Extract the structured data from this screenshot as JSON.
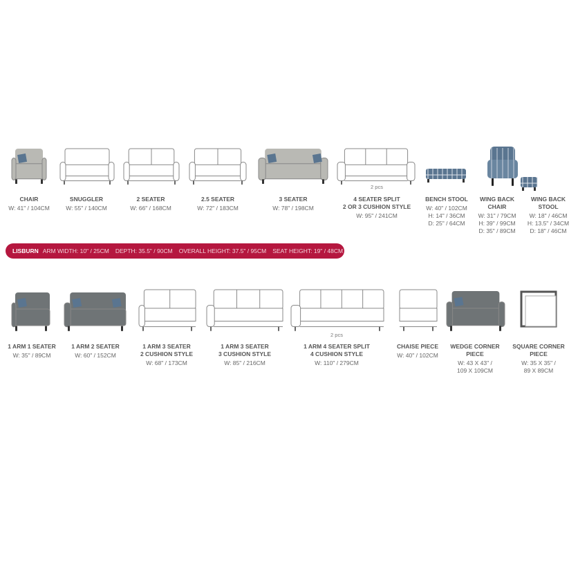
{
  "top_row": [
    {
      "name": "CHAIR",
      "dims": "W: 41\" / 104CM"
    },
    {
      "name": "SNUGGLER",
      "dims": "W: 55\" / 140CM"
    },
    {
      "name": "2 SEATER",
      "dims": "W: 66\" / 168CM"
    },
    {
      "name": "2.5 SEATER",
      "dims": "W: 72\" / 183CM"
    },
    {
      "name": "3 SEATER",
      "dims": "W: 78\" / 198CM"
    },
    {
      "name": "4 SEATER SPLIT\n2 OR 3 CUSHION STYLE",
      "dims": "W: 95\" / 241CM"
    },
    {
      "name": "BENCH STOOL",
      "dims": "W: 40\" / 102CM\nH: 14\" / 36CM\nD: 25\" / 64CM"
    },
    {
      "name": "WING BACK\nCHAIR",
      "dims": "W: 31\" / 79CM\nH: 39\" / 99CM\nD: 35\" / 89CM"
    },
    {
      "name": "WING BACK\nSTOOL",
      "dims": "W: 18\" / 46CM\nH: 13.5\" / 34CM\nD: 18\" / 46CM"
    }
  ],
  "top_pcs": "2 pcs",
  "banner": {
    "brand": "LISBURN",
    "specs": [
      "ARM WIDTH: 10\" / 25CM",
      "DEPTH: 35.5\" / 90CM",
      "OVERALL HEIGHT: 37.5\" / 95CM",
      "SEAT HEIGHT: 19\" / 48CM"
    ]
  },
  "bottom_row": [
    {
      "name": "1 ARM 1 SEATER",
      "dims": "W: 35\" / 89CM"
    },
    {
      "name": "1 ARM 2 SEATER",
      "dims": "W: 60\" / 152CM"
    },
    {
      "name": "1 ARM 3 SEATER\n2 CUSHION STYLE",
      "dims": "W: 68\" / 173CM"
    },
    {
      "name": "1 ARM 3 SEATER\n3 CUSHION STYLE",
      "dims": "W: 85\" / 216CM"
    },
    {
      "name": "1 ARM 4 SEATER SPLIT\n4 CUSHION STYLE",
      "dims": "W: 110\" / 279CM"
    },
    {
      "name": "CHAISE PIECE",
      "dims": "W: 40\" / 102CM"
    },
    {
      "name": "WEDGE CORNER\nPIECE",
      "dims": "W: 43 X 43\" /\n109 X 109CM"
    },
    {
      "name": "SQUARE CORNER\nPIECE",
      "dims": "W: 35 X 35\" /\n89 X 89CM"
    }
  ],
  "bottom_pcs": "2 pcs",
  "colors": {
    "banner": "#b5173f",
    "fabric_light": "#b9b9b4",
    "fabric_dark": "#6f7476",
    "tartan": "#5a7590"
  }
}
